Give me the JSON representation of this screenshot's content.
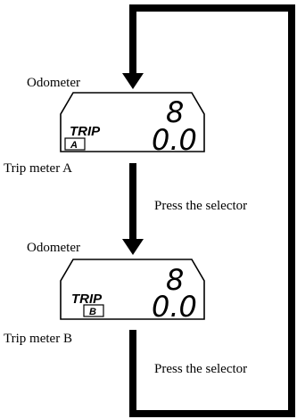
{
  "displays": [
    {
      "odometer_label": "Odometer",
      "trip_label": "TRIP",
      "trip_badge": "A",
      "odometer_digit": "8",
      "trip_value": "0.0",
      "caption": "Trip meter A"
    },
    {
      "odometer_label": "Odometer",
      "trip_label": "TRIP",
      "trip_badge": "B",
      "odometer_digit": "8",
      "trip_value": "0.0",
      "caption": "Trip meter B"
    }
  ],
  "arrows": {
    "press_1": "Press the selector",
    "press_2": "Press the selector"
  },
  "colors": {
    "ink": "#000000",
    "background": "#ffffff"
  }
}
